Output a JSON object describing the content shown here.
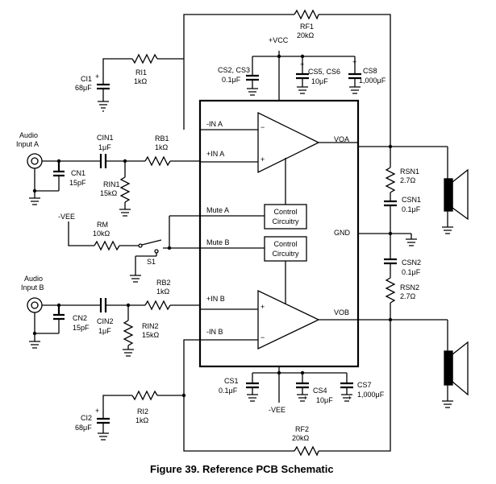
{
  "caption": "Figure 39.  Reference PCB Schematic",
  "pins": {
    "in_a_neg": "-IN A",
    "in_a_pos": "+IN A",
    "mute_a": "Mute A",
    "mute_b": "Mute B",
    "in_b_pos": "+IN B",
    "in_b_neg": "-IN B",
    "voa": "VOA",
    "gnd": "GND",
    "vob": "VOB"
  },
  "control_a": [
    "Control",
    "Circuitry"
  ],
  "control_b": [
    "Control",
    "Circuitry"
  ],
  "inputs": {
    "a": [
      "Audio",
      "Input A"
    ],
    "b": [
      "Audio",
      "Input B"
    ]
  },
  "supplies": {
    "vcc": "+VCC",
    "vee_top": "-VEE",
    "vee_bottom": "-VEE"
  },
  "components": {
    "rf1": [
      "RF1",
      "20kΩ"
    ],
    "ri1": [
      "RI1",
      "1kΩ"
    ],
    "ci1": [
      "CI1",
      "68μF"
    ],
    "cs2": [
      "CS2, CS3",
      "0.1μF"
    ],
    "cs5": [
      "CS5, CS6",
      "10μF"
    ],
    "cs8": [
      "CS8",
      "1,000μF"
    ],
    "cin1": [
      "CIN1",
      "1μF"
    ],
    "rb1": [
      "RB1",
      "1kΩ"
    ],
    "cn1": [
      "CN1",
      "15pF"
    ],
    "rin1": [
      "RIN1",
      "15kΩ"
    ],
    "rm": [
      "RM",
      "10kΩ"
    ],
    "s1": "S1",
    "rsn1": [
      "RSN1",
      "2.7Ω"
    ],
    "csn1": [
      "CSN1",
      "0.1μF"
    ],
    "csn2": [
      "CSN2",
      "0.1μF"
    ],
    "rsn2": [
      "RSN2",
      "2.7Ω"
    ],
    "rb2": [
      "RB2",
      "1kΩ"
    ],
    "cn2": [
      "CN2",
      "15pF"
    ],
    "cin2": [
      "CIN2",
      "1μF"
    ],
    "rin2": [
      "RIN2",
      "15kΩ"
    ],
    "cs1": [
      "CS1",
      "0.1μF"
    ],
    "cs4": [
      "CS4",
      "10μF"
    ],
    "cs7": [
      "CS7",
      "1,000μF"
    ],
    "ri2": [
      "RI2",
      "1kΩ"
    ],
    "ci2": [
      "CI2",
      "68μF"
    ],
    "rf2": [
      "RF2",
      "20kΩ"
    ]
  },
  "symbols": {
    "plus": "+",
    "minus": "−"
  }
}
